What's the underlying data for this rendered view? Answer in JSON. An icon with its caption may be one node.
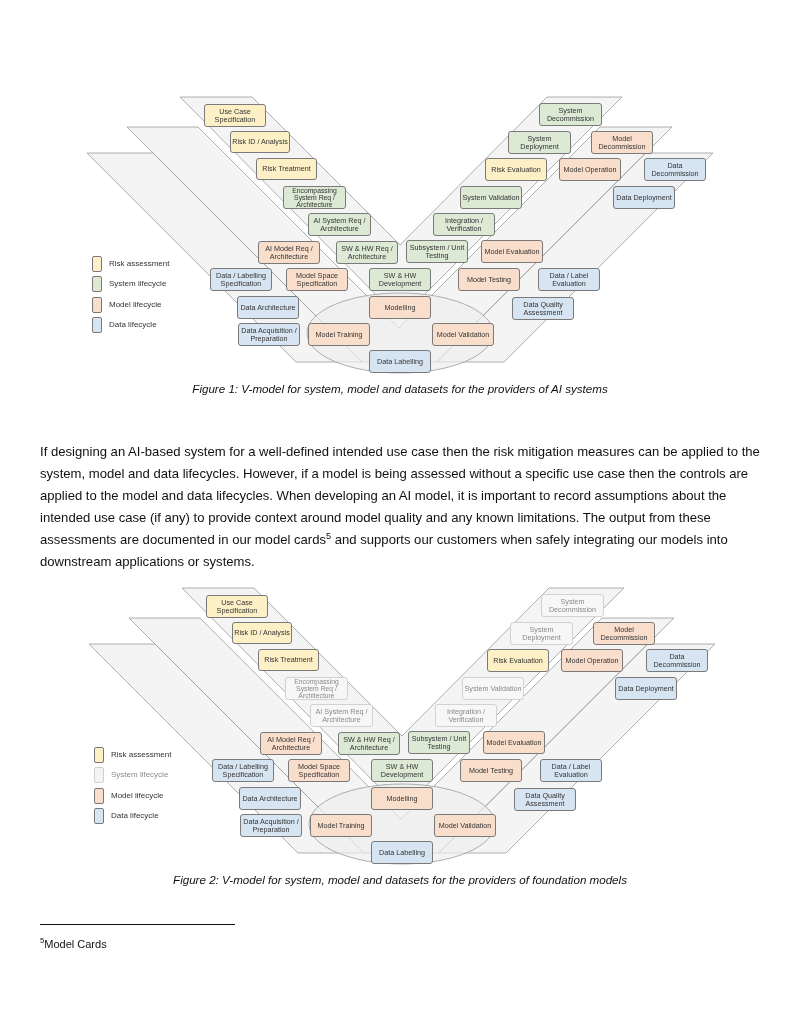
{
  "diagram": {
    "nodes": [
      {
        "text": [
          "Use Case Specification"
        ]
      },
      {
        "text": [
          "System Decommission"
        ]
      },
      {
        "text": [
          "Risk ID / Analysis"
        ]
      },
      {
        "text": [
          "System Deployment"
        ]
      },
      {
        "text": [
          "Model Decommission"
        ]
      },
      {
        "text": [
          "Risk Treatment"
        ]
      },
      {
        "text": [
          "Risk Evaluation"
        ]
      },
      {
        "text": [
          "Model Operation"
        ]
      },
      {
        "text": [
          "Data Decommission"
        ]
      },
      {
        "text": [
          "Encompassing System Req / Architecture"
        ]
      },
      {
        "text": [
          "System Validation"
        ]
      },
      {
        "text": [
          "Data Deployment"
        ]
      },
      {
        "text": [
          "AI System Req / Architecture"
        ]
      },
      {
        "text": [
          "Integration / Verification"
        ]
      },
      {
        "text": [
          "AI Model Req / Architecture"
        ]
      },
      {
        "text": [
          "SW & HW Req / Architecture"
        ]
      },
      {
        "text": [
          "Subsystem / Unit Testing"
        ]
      },
      {
        "text": [
          "Model Evaluation"
        ]
      },
      {
        "text": [
          "Data / Labelling Specification"
        ]
      },
      {
        "text": [
          "Model Space Specification"
        ]
      },
      {
        "text": [
          "SW & HW Development"
        ]
      },
      {
        "text": [
          "Model Testing"
        ]
      },
      {
        "text": [
          "Data / Label Evaluation"
        ]
      },
      {
        "text": [
          "Data Architecture"
        ]
      },
      {
        "text": [
          "Modelling"
        ]
      },
      {
        "text": [
          "Data Quality Assessment"
        ]
      },
      {
        "text": [
          "Data Acquisition / Preparation"
        ]
      },
      {
        "text": [
          "Model Training"
        ]
      },
      {
        "text": [
          "Model Validation"
        ]
      },
      {
        "text": [
          "Data Labelling"
        ]
      },
      {
        "text": [
          "Use Case Specification"
        ]
      },
      {
        "text": [
          "System Decommission"
        ]
      },
      {
        "text": [
          "Risk ID / Analysis"
        ]
      },
      {
        "text": [
          "System Deployment"
        ]
      },
      {
        "text": [
          "Model Decommission"
        ]
      },
      {
        "text": [
          "Risk Treatment"
        ]
      },
      {
        "text": [
          "Risk Evaluation"
        ]
      },
      {
        "text": [
          "Model Operation"
        ]
      },
      {
        "text": [
          "Data Decommission"
        ]
      },
      {
        "text": [
          "Encompassing System Req / Architecture"
        ]
      },
      {
        "text": [
          "System Validation"
        ]
      },
      {
        "text": [
          "Data Deployment"
        ]
      },
      {
        "text": [
          "AI System Req / Architecture"
        ]
      },
      {
        "text": [
          "Integration / Verification"
        ]
      },
      {
        "text": [
          "AI Model Req / Architecture"
        ]
      },
      {
        "text": [
          "SW & HW Req / Architecture"
        ]
      },
      {
        "text": [
          "Subsystem / Unit Testing"
        ]
      },
      {
        "text": [
          "Model Evaluation"
        ]
      },
      {
        "text": [
          "Data / Labelling Specification"
        ]
      },
      {
        "text": [
          "Model Space Specification"
        ]
      },
      {
        "text": [
          "SW & HW Development"
        ]
      },
      {
        "text": [
          "Model Testing"
        ]
      },
      {
        "text": [
          "Data / Label Evaluation"
        ]
      },
      {
        "text": [
          "Data Architecture"
        ]
      },
      {
        "text": [
          "Modelling"
        ]
      },
      {
        "text": [
          "Data Quality Assessment"
        ]
      },
      {
        "text": [
          "Data Acquisition / Preparation"
        ]
      },
      {
        "text": [
          "Model Training"
        ]
      },
      {
        "text": [
          "Model Validation"
        ]
      },
      {
        "text": [
          "Data Labelling"
        ]
      }
    ],
    "labels": [
      "Figure 1: V-model for system, model and datasets for the providers of AI systems",
      "If designing an AI-based system for a well-defined intended use case then the risk mitigation measures can be applied to the system, model and data lifecycles. However, if a model is being assessed without a specific use case then the controls are applied to the model and data lifecycles. When developing an AI model, it is important to record assumptions about the intended use case (if any) to provide context around model quality and any known limitations. The output from these assessments are documented in our model cards$^{5}$ and supports our customers when safely integrating our models into downstream applications or systems.",
      "Figure 2: V-model for system, model and datasets for the providers of foundation models",
      "$^{5}$Model Cards"
    ],
    "legend": [
      {
        "text": "Risk assessment",
        "color": "#fdf0c6"
      },
      {
        "text": "System lifecycle",
        "color": "#dbe9d5"
      },
      {
        "text": "Model lifecycle",
        "color": "#f9decb"
      },
      {
        "text": "Data lifecycle",
        "color": "#d7e5f2"
      },
      {
        "text": "Risk assessment",
        "color": "#fdf0c6"
      },
      {
        "text": "System lifecycle",
        "color": "#f4f4f4"
      },
      {
        "text": "Model lifecycle",
        "color": "#f9decb"
      },
      {
        "text": "Data lifecycle",
        "color": "#d7e5f2"
      }
    ]
  }
}
